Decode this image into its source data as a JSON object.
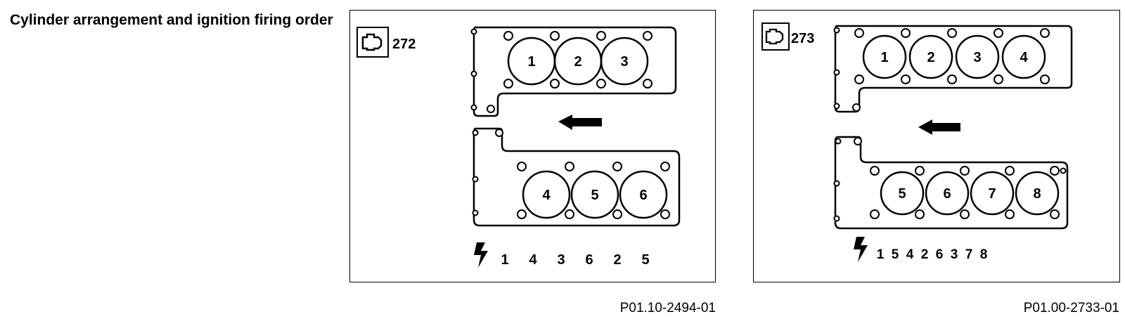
{
  "heading": "Cylinder arrangement and ignition firing order",
  "panels": [
    {
      "engine": "272",
      "engine_icon": "engine-outline-icon",
      "upper_bank": [
        "1",
        "2",
        "3"
      ],
      "lower_bank": [
        "4",
        "5",
        "6"
      ],
      "firing_order": [
        "1",
        "4",
        "3",
        "6",
        "2",
        "5"
      ],
      "firing_icon": "ignition-spark-icon",
      "direction_icon": "arrow-left-icon",
      "figure_code": "P01.10-2494-01"
    },
    {
      "engine": "273",
      "engine_icon": "engine-outline-icon",
      "upper_bank": [
        "1",
        "2",
        "3",
        "4"
      ],
      "lower_bank": [
        "5",
        "6",
        "7",
        "8"
      ],
      "firing_order": [
        "1",
        "5",
        "4",
        "2",
        "6",
        "3",
        "7",
        "8"
      ],
      "firing_icon": "ignition-spark-icon",
      "direction_icon": "arrow-left-icon",
      "figure_code": "P01.00-2733-01"
    }
  ]
}
